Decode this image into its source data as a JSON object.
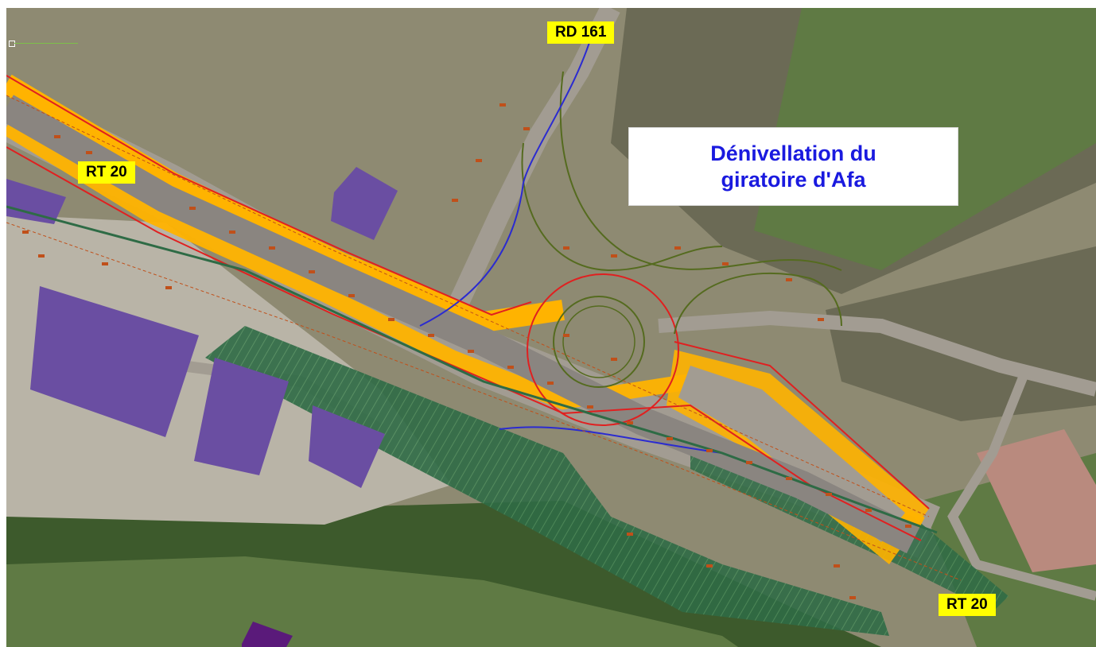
{
  "map": {
    "colors": {
      "field_light": "#8e8a72",
      "field_dark": "#6b6a55",
      "grass": "#5f7a44",
      "vegetation": "#3d5a2c",
      "road_surface": "#a29c92",
      "roadway_fill": "#ffb300",
      "roadway_edge": "#e02020",
      "building": "#6a4ea2",
      "alignment": "#556b1f",
      "boundary": "#2b2bd0",
      "embankment": "#2e6b45",
      "annotation": "#c0501a"
    },
    "labels": {
      "rd161": "RD 161",
      "rt20_west": "RT 20",
      "rt20_east": "RT 20"
    },
    "title": {
      "line1": "Dénivellation du",
      "line2": "giratoire d'Afa"
    }
  }
}
